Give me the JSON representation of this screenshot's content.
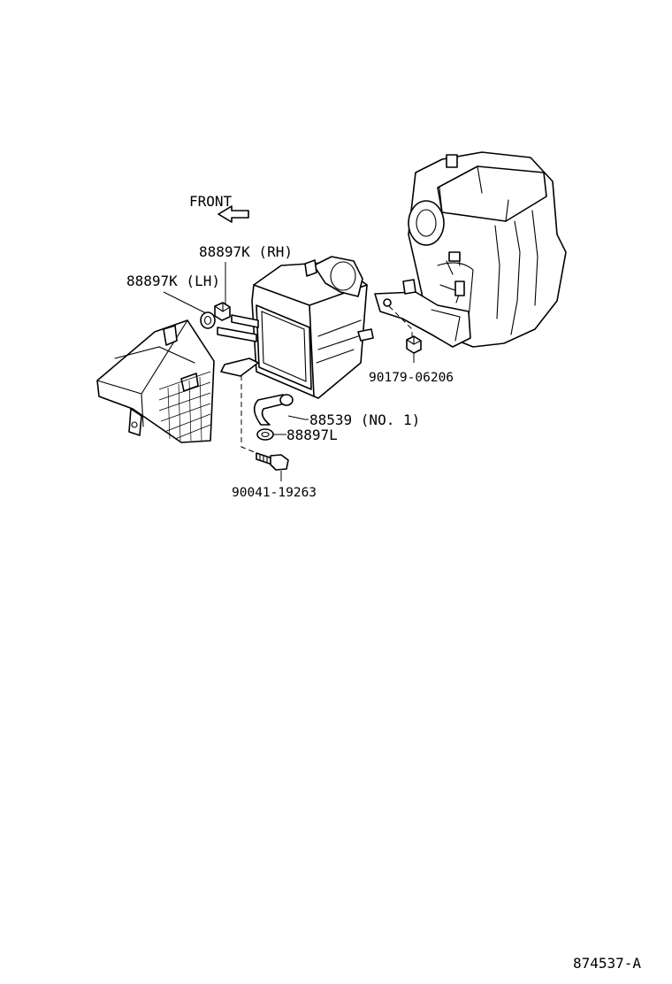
{
  "front_label": "FRONT",
  "callouts": {
    "rh_clip": "88897K (RH)",
    "lh_clip": "88897K (LH)",
    "nut": "90179-06206",
    "hose": "88539 (NO. 1)",
    "clamp": "88897L",
    "bolt": "90041-19263"
  },
  "figure_id": "874537-A"
}
